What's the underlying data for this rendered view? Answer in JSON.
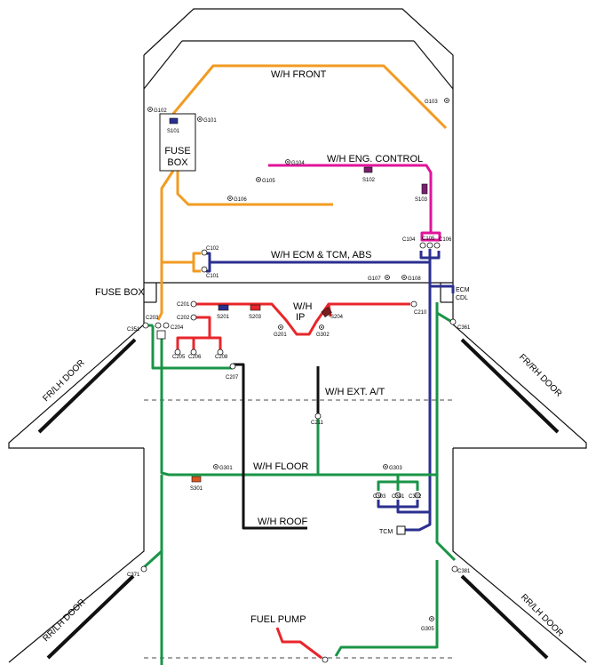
{
  "harness_labels": {
    "front": "W/H FRONT",
    "eng_control": "W/H ENG. CONTROL",
    "ecm_tcm_abs": "W/H ECM & TCM, ABS",
    "ip_line1": "W/H",
    "ip_line2": "IP",
    "ext_at": "W/H EXT. A/T",
    "floor": "W/H FLOOR",
    "roof": "W/H ROOF",
    "fuel_pump": "FUEL PUMP"
  },
  "fuse_box": {
    "line1": "FUSE",
    "line2": "BOX",
    "side_label": "FUSE BOX"
  },
  "ecm_label": "ECM",
  "cdl_label": "CDL",
  "tcm_label": "TCM",
  "doors": {
    "fr_lh": "FR/LH DOOR",
    "fr_rh": "FR/RH DOOR",
    "rr_lh": "RR/LH DOOR",
    "rr_rh": "RR/LH DOOR"
  },
  "grounds": {
    "g101": "G101",
    "g102": "G102",
    "g103": "G103",
    "g104": "G104",
    "g105": "G105",
    "g106": "G106",
    "g107": "G107",
    "g108": "G108",
    "g201": "G201",
    "g302": "G302",
    "g301": "G301",
    "g303": "G303",
    "g305": "G305"
  },
  "splices": {
    "s101": "S101",
    "s102": "S102",
    "s103": "S103",
    "s201": "S201",
    "s203": "S203",
    "s204": "S204",
    "s301": "S301"
  },
  "connectors": {
    "c101": "C101",
    "c102": "C102",
    "c104": "C104",
    "c105": "C105",
    "c106": "C106",
    "c201": "C201",
    "c202": "C202",
    "c203": "C203",
    "c204": "C204",
    "c205": "C205",
    "c206": "C206",
    "c207": "C207",
    "c208": "C208",
    "c210": "C210",
    "c211": "C211",
    "c301": "C301",
    "c302": "C302",
    "c303": "C303",
    "c351": "C351",
    "c361": "C361",
    "c371": "C371",
    "c381": "C381"
  },
  "colors": {
    "front": "#f29b22",
    "eng_control": "#e0139a",
    "ecm": "#2b2f8f",
    "ip": "#e8262b",
    "floor": "#1a9447",
    "roof": "#111111",
    "outline": "#111111",
    "splice_front": "#2b2f8f",
    "splice_ip": "#e8262b",
    "splice_eng": "#7a1f6e",
    "splice_floor": "#d9561e"
  }
}
